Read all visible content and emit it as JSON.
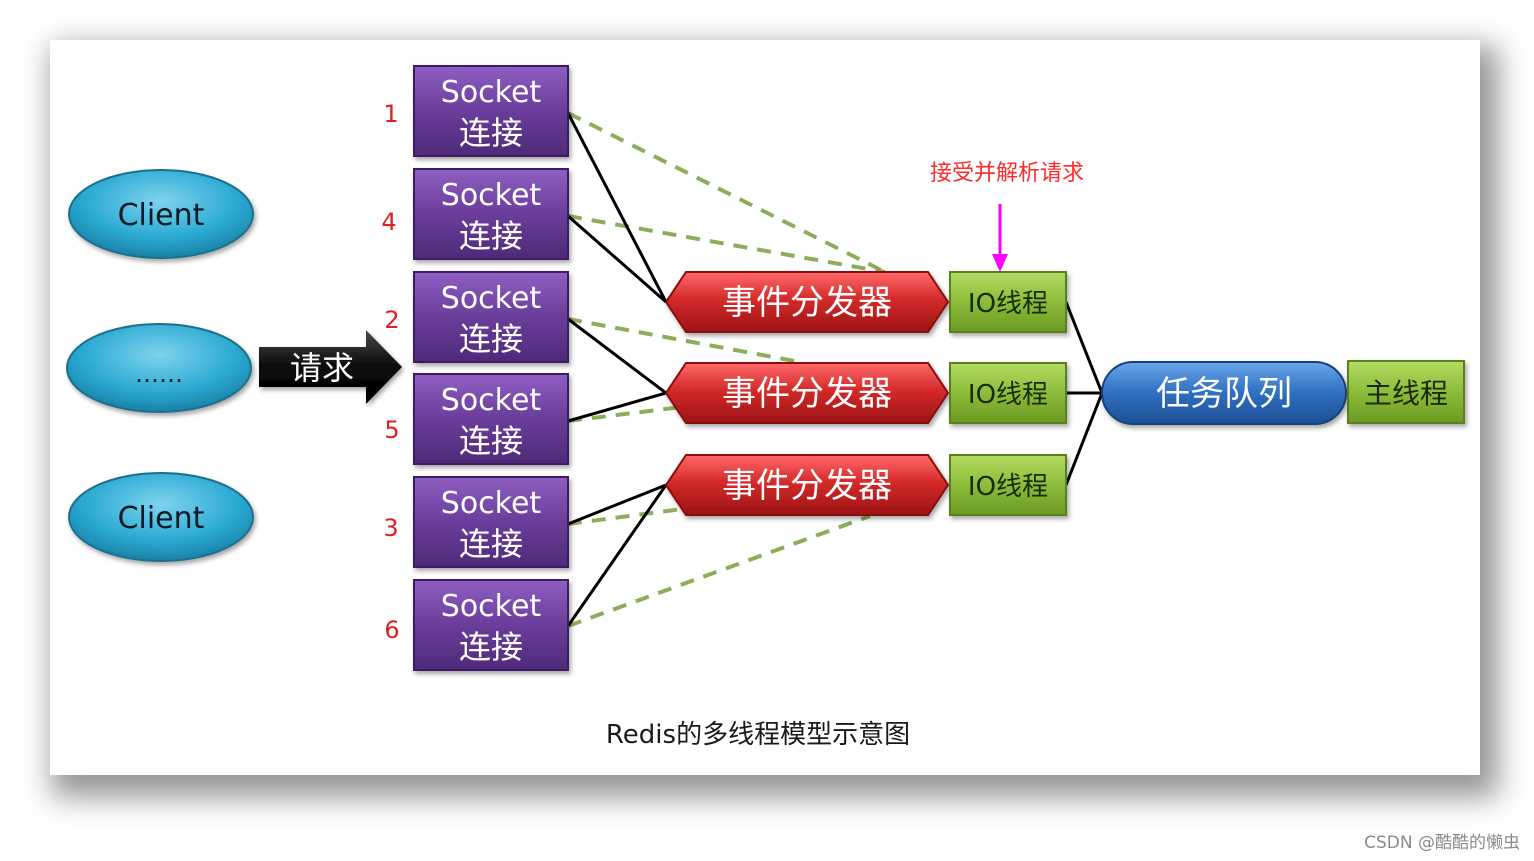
{
  "clients": [
    "Client",
    "……",
    "Client"
  ],
  "request_label": "请求",
  "sockets": [
    {
      "number": "1",
      "line1": "Socket",
      "line2": "连接"
    },
    {
      "number": "4",
      "line1": "Socket",
      "line2": "连接"
    },
    {
      "number": "2",
      "line1": "Socket",
      "line2": "连接"
    },
    {
      "number": "5",
      "line1": "Socket",
      "line2": "连接"
    },
    {
      "number": "3",
      "line1": "Socket",
      "line2": "连接"
    },
    {
      "number": "6",
      "line1": "Socket",
      "line2": "连接"
    }
  ],
  "dispatchers": [
    "事件分发器",
    "事件分发器",
    "事件分发器"
  ],
  "io_threads": [
    "IO线程",
    "IO线程",
    "IO线程"
  ],
  "annotation": "接受并解析请求",
  "task_queue": "任务队列",
  "main_thread": "主线程",
  "caption": "Redis的多线程模型示意图",
  "watermark": "CSDN @酷酷的懒虫",
  "colors": {
    "client": "#2aa9d2",
    "socket": "#6a3d9a",
    "dispatcher": "#d42a2a",
    "io_thread": "#8cbc3a",
    "task_queue": "#2f6fc0",
    "annotation": "#ff2a2a",
    "arrow_annotation": "#ff00ff",
    "socket_number": "#e02020",
    "dashed_line": "#8cae5c"
  }
}
